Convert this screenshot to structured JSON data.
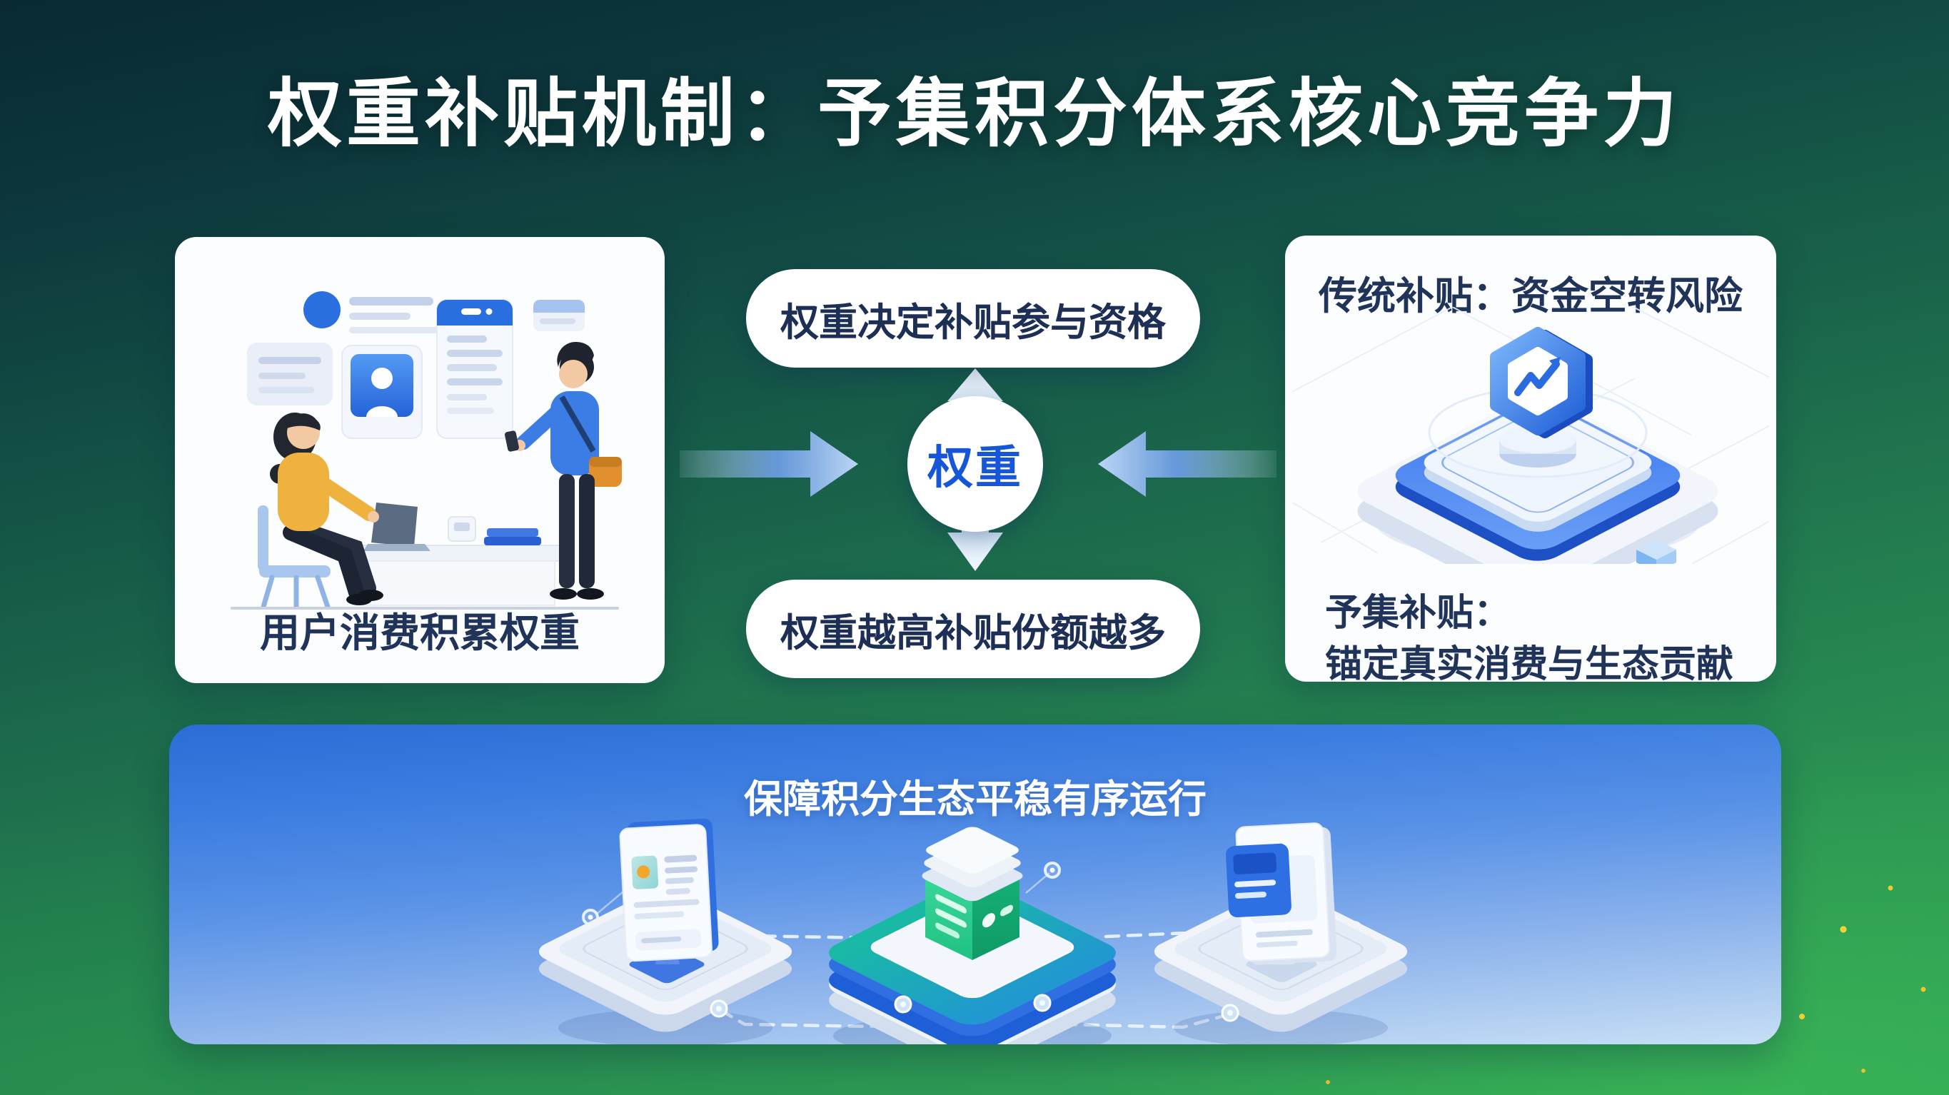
{
  "title": "权重补贴机制：予集积分体系核心竞争力",
  "left_card": {
    "caption": "用户消费积累权重",
    "illustration": "consultation-scene"
  },
  "flow": {
    "top_pill": "权重决定补贴参与资格",
    "hub_label": "权重",
    "bottom_pill": "权重越高补贴份额越多"
  },
  "right_card": {
    "top_text": "传统补贴：资金空转风险",
    "bottom_line1": "予集补贴：",
    "bottom_line2": "锚定真实消费与生态贡献",
    "illustration": "shield-badge-platform"
  },
  "banner": {
    "title": "保障积分生态平稳有序运行",
    "illustrations": [
      "monitor-dashboard",
      "server-platform",
      "monitor-chat"
    ]
  },
  "colors": {
    "accent_blue": "#1b5bd8",
    "navy_text": "#203358",
    "hub_text": "#1656d8",
    "arrow_horizontal": "#6f9fe9",
    "arrow_vertical": "#dcebf7",
    "banner_gradient_top": "#2c6cd6",
    "banner_gradient_bottom": "#c8def6",
    "grass_dark": "#092a33",
    "grass_light": "#32a657",
    "teal_platform": "#19bba4",
    "server_green": "#34cf92",
    "bag_orange": "#e2902f",
    "sweater_yellow": "#f0b23e"
  }
}
